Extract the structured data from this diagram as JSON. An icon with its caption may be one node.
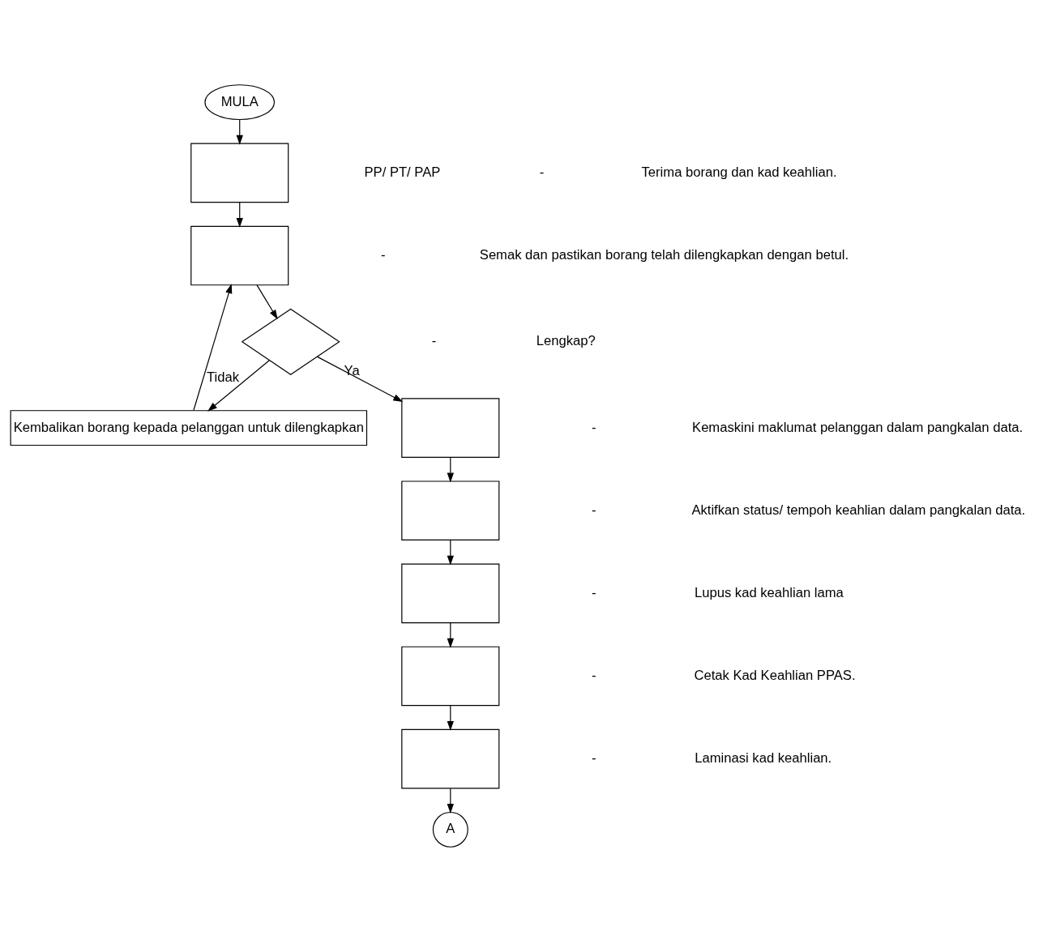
{
  "diagram": {
    "nodes": [
      {
        "text": [
          "MULA"
        ]
      },
      {
        "text": [],
        "shape": "box"
      },
      {
        "text": [],
        "shape": "box"
      },
      {
        "text": [],
        "shape": "diamond"
      },
      {
        "text": [
          "Kembalikan borang kepada pelanggan untuk dilengkapkan"
        ]
      },
      {
        "text": [],
        "shape": "box"
      },
      {
        "text": [],
        "shape": "box"
      },
      {
        "text": [],
        "shape": "box"
      },
      {
        "text": [],
        "shape": "box"
      },
      {
        "text": [],
        "shape": "box"
      },
      {
        "text": [
          "A"
        ]
      }
    ],
    "edges": [
      {
        "from": 0,
        "to": 1,
        "arrow": "to"
      },
      {
        "from": 1,
        "to": 2,
        "arrow": "to"
      },
      {
        "from": 2,
        "to": 3,
        "arrow": "to"
      },
      {
        "from": 3,
        "to": 4,
        "arrow": "to",
        "label": "Tidak"
      },
      {
        "from": 4,
        "to": 2,
        "arrow": "to"
      },
      {
        "from": 3,
        "to": 5,
        "arrow": "to",
        "label": "Ya"
      },
      {
        "from": 5,
        "to": 6,
        "arrow": "to"
      },
      {
        "from": 6,
        "to": 7,
        "arrow": "to"
      },
      {
        "from": 7,
        "to": 8,
        "arrow": "to"
      },
      {
        "from": 8,
        "to": 9,
        "arrow": "to"
      },
      {
        "from": 9,
        "to": 10,
        "arrow": "to"
      }
    ],
    "labels": [
      "PP/ PT/ PAP",
      "-",
      "Terima borang dan kad keahlian.",
      "-",
      "Semak dan pastikan borang telah dilengkapkan dengan betul.",
      "-",
      "Lengkap?",
      "-",
      "Kemaskini maklumat pelanggan dalam pangkalan data.",
      "-",
      "Aktifkan status/ tempoh keahlian dalam pangkalan data.",
      "-",
      "Lupus kad keahlian lama",
      "-",
      "Cetak Kad Keahlian PPAS.",
      "-",
      "Laminasi kad keahlian."
    ]
  }
}
